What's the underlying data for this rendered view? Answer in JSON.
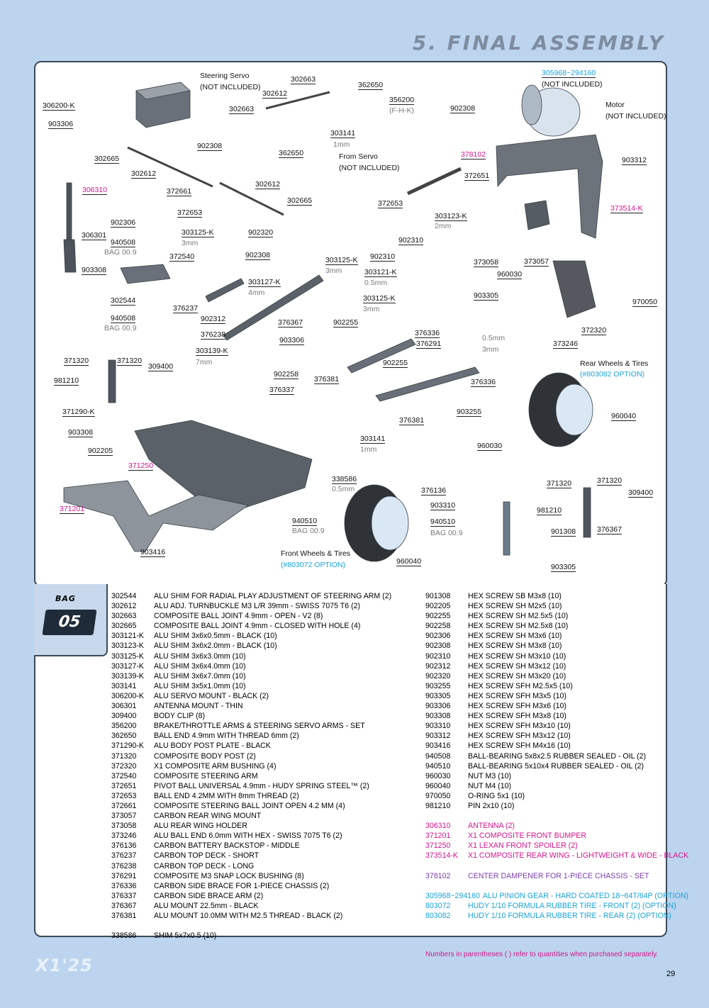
{
  "header": {
    "title": "5. FINAL ASSEMBLY"
  },
  "diagram_labels": [
    {
      "t": "306200-K",
      "c": ""
    },
    {
      "t": "903306",
      "c": ""
    },
    {
      "t": "Steering Servo",
      "c": ""
    },
    {
      "t": "(NOT INCLUDED)",
      "c": ""
    },
    {
      "t": "302663",
      "c": ""
    },
    {
      "t": "302612",
      "c": ""
    },
    {
      "t": "302663",
      "c": ""
    },
    {
      "t": "362650",
      "c": ""
    },
    {
      "t": "356200",
      "c": ""
    },
    {
      "t": "(F-H-K)",
      "c": "gray"
    },
    {
      "t": "305968~294160",
      "c": "cyan"
    },
    {
      "t": "(NOT INCLUDED)",
      "c": ""
    },
    {
      "t": "902308",
      "c": ""
    },
    {
      "t": "Motor",
      "c": ""
    },
    {
      "t": "(NOT INCLUDED)",
      "c": ""
    },
    {
      "t": "303141",
      "c": ""
    },
    {
      "t": "1mm",
      "c": "gray"
    },
    {
      "t": "902308",
      "c": ""
    },
    {
      "t": "362650",
      "c": ""
    },
    {
      "t": "From Servo",
      "c": ""
    },
    {
      "t": "(NOT INCLUDED)",
      "c": ""
    },
    {
      "t": "302665",
      "c": ""
    },
    {
      "t": "302612",
      "c": ""
    },
    {
      "t": "378102",
      "c": "magenta"
    },
    {
      "t": "372651",
      "c": ""
    },
    {
      "t": "903312",
      "c": ""
    },
    {
      "t": "306310",
      "c": "magenta"
    },
    {
      "t": "372661",
      "c": ""
    },
    {
      "t": "302612",
      "c": ""
    },
    {
      "t": "302665",
      "c": ""
    },
    {
      "t": "372653",
      "c": ""
    },
    {
      "t": "373514-K",
      "c": "magenta"
    },
    {
      "t": "902306",
      "c": ""
    },
    {
      "t": "372653",
      "c": ""
    },
    {
      "t": "303123-K",
      "c": ""
    },
    {
      "t": "2mm",
      "c": "gray"
    },
    {
      "t": "306301",
      "c": ""
    },
    {
      "t": "303125-K",
      "c": ""
    },
    {
      "t": "3mm",
      "c": "gray"
    },
    {
      "t": "902320",
      "c": ""
    },
    {
      "t": "940508",
      "c": ""
    },
    {
      "t": "BAG 00.9",
      "c": "gray"
    },
    {
      "t": "902310",
      "c": ""
    },
    {
      "t": "372540",
      "c": ""
    },
    {
      "t": "902308",
      "c": ""
    },
    {
      "t": "303125-K",
      "c": ""
    },
    {
      "t": "3mm",
      "c": "gray"
    },
    {
      "t": "902310",
      "c": ""
    },
    {
      "t": "373058",
      "c": ""
    },
    {
      "t": "373057",
      "c": ""
    },
    {
      "t": "903308",
      "c": ""
    },
    {
      "t": "303121-K",
      "c": ""
    },
    {
      "t": "0.5mm",
      "c": "gray"
    },
    {
      "t": "960030",
      "c": ""
    },
    {
      "t": "303127-K",
      "c": ""
    },
    {
      "t": "4mm",
      "c": "gray"
    },
    {
      "t": "903305",
      "c": ""
    },
    {
      "t": "302544",
      "c": ""
    },
    {
      "t": "303125-K",
      "c": ""
    },
    {
      "t": "3mm",
      "c": "gray"
    },
    {
      "t": "970050",
      "c": ""
    },
    {
      "t": "376237",
      "c": ""
    },
    {
      "t": "940508",
      "c": ""
    },
    {
      "t": "BAG 00.9",
      "c": "gray"
    },
    {
      "t": "902312",
      "c": ""
    },
    {
      "t": "376367",
      "c": ""
    },
    {
      "t": "902255",
      "c": ""
    },
    {
      "t": "372320",
      "c": ""
    },
    {
      "t": "376238",
      "c": ""
    },
    {
      "t": "903306",
      "c": ""
    },
    {
      "t": "376336",
      "c": ""
    },
    {
      "t": "376291",
      "c": ""
    },
    {
      "t": "0.5mm",
      "c": "gray"
    },
    {
      "t": "373246",
      "c": ""
    },
    {
      "t": "303139-K",
      "c": ""
    },
    {
      "t": "7mm",
      "c": "gray"
    },
    {
      "t": "3mm",
      "c": "gray"
    },
    {
      "t": "371320",
      "c": ""
    },
    {
      "t": "371320",
      "c": ""
    },
    {
      "t": "309400",
      "c": ""
    },
    {
      "t": "902255",
      "c": ""
    },
    {
      "t": "Rear Wheels & Tires",
      "c": ""
    },
    {
      "t": "(#803082 OPTION)",
      "c": "cyan"
    },
    {
      "t": "981210",
      "c": ""
    },
    {
      "t": "902258",
      "c": ""
    },
    {
      "t": "376381",
      "c": ""
    },
    {
      "t": "376336",
      "c": ""
    },
    {
      "t": "376337",
      "c": ""
    },
    {
      "t": "371290-K",
      "c": ""
    },
    {
      "t": "903255",
      "c": ""
    },
    {
      "t": "960040",
      "c": ""
    },
    {
      "t": "376381",
      "c": ""
    },
    {
      "t": "903308",
      "c": ""
    },
    {
      "t": "303141",
      "c": ""
    },
    {
      "t": "1mm",
      "c": "gray"
    },
    {
      "t": "902205",
      "c": ""
    },
    {
      "t": "960030",
      "c": ""
    },
    {
      "t": "371250",
      "c": "magenta"
    },
    {
      "t": "338586",
      "c": ""
    },
    {
      "t": "0.5mm",
      "c": "gray"
    },
    {
      "t": "371320",
      "c": ""
    },
    {
      "t": "371320",
      "c": ""
    },
    {
      "t": "309400",
      "c": ""
    },
    {
      "t": "376136",
      "c": ""
    },
    {
      "t": "371201",
      "c": "magenta"
    },
    {
      "t": "903310",
      "c": ""
    },
    {
      "t": "981210",
      "c": ""
    },
    {
      "t": "940510",
      "c": ""
    },
    {
      "t": "BAG 00.9",
      "c": "gray"
    },
    {
      "t": "940510",
      "c": ""
    },
    {
      "t": "BAG 00.9",
      "c": "gray"
    },
    {
      "t": "901308",
      "c": ""
    },
    {
      "t": "376367",
      "c": ""
    },
    {
      "t": "903416",
      "c": ""
    },
    {
      "t": "Front Wheels & Tires",
      "c": ""
    },
    {
      "t": "(#803072 OPTION)",
      "c": "cyan"
    },
    {
      "t": "960040",
      "c": ""
    },
    {
      "t": "903305",
      "c": ""
    }
  ],
  "bag": {
    "word": "BAG",
    "number": "05"
  },
  "parts_left": [
    {
      "pn": "302544",
      "desc": "ALU SHIM FOR RADIAL PLAY ADJUSTMENT OF STEERING ARM (2)",
      "c": ""
    },
    {
      "pn": "302612",
      "desc": "ALU ADJ. TURNBUCKLE M3 L/R 39mm - SWISS 7075 T6 (2)",
      "c": ""
    },
    {
      "pn": "302663",
      "desc": "COMPOSITE BALL JOINT 4.9mm - OPEN - V2 (8)",
      "c": ""
    },
    {
      "pn": "302665",
      "desc": "COMPOSITE BALL JOINT 4.9mm - CLOSED WITH HOLE (4)",
      "c": ""
    },
    {
      "pn": "303121-K",
      "desc": "ALU SHIM 3x6x0.5mm - BLACK (10)",
      "c": ""
    },
    {
      "pn": "303123-K",
      "desc": "ALU SHIM 3x6x2.0mm - BLACK (10)",
      "c": ""
    },
    {
      "pn": "303125-K",
      "desc": "ALU SHIM 3x6x3.0mm (10)",
      "c": ""
    },
    {
      "pn": "303127-K",
      "desc": "ALU SHIM 3x6x4.0mm (10)",
      "c": ""
    },
    {
      "pn": "303139-K",
      "desc": "ALU SHIM 3x6x7.0mm (10)",
      "c": ""
    },
    {
      "pn": "303141",
      "desc": "ALU SHIM 3x5x1.0mm (10)",
      "c": ""
    },
    {
      "pn": "306200-K",
      "desc": "ALU SERVO MOUNT - BLACK (2)",
      "c": ""
    },
    {
      "pn": "306301",
      "desc": "ANTENNA MOUNT - THIN",
      "c": ""
    },
    {
      "pn": "309400",
      "desc": "BODY CLIP (8)",
      "c": ""
    },
    {
      "pn": "356200",
      "desc": "BRAKE/THROTTLE ARMS & STEERING SERVO ARMS - SET",
      "c": ""
    },
    {
      "pn": "362650",
      "desc": "BALL END 4.9mm WITH THREAD 6mm (2)",
      "c": ""
    },
    {
      "pn": "371290-K",
      "desc": "ALU BODY POST PLATE - BLACK",
      "c": ""
    },
    {
      "pn": "371320",
      "desc": "COMPOSITE BODY POST (2)",
      "c": ""
    },
    {
      "pn": "372320",
      "desc": "X1 COMPOSITE ARM BUSHING (4)",
      "c": ""
    },
    {
      "pn": "372540",
      "desc": "COMPOSITE STEERING ARM",
      "c": ""
    },
    {
      "pn": "372651",
      "desc": "PIVOT BALL UNIVERSAL 4.9mm - HUDY SPRING STEEL™ (2)",
      "c": ""
    },
    {
      "pn": "372653",
      "desc": "BALL END 4.2MM WITH 8mm THREAD (2)",
      "c": ""
    },
    {
      "pn": "372661",
      "desc": "COMPOSITE STEERING BALL JOINT OPEN 4.2 MM (4)",
      "c": ""
    },
    {
      "pn": "373057",
      "desc": "CARBON REAR WING MOUNT",
      "c": ""
    },
    {
      "pn": "373058",
      "desc": "ALU REAR WING HOLDER",
      "c": ""
    },
    {
      "pn": "373246",
      "desc": "ALU BALL END 6.0mm WITH HEX - SWISS 7075 T6 (2)",
      "c": ""
    },
    {
      "pn": "376136",
      "desc": "CARBON BATTERY BACKSTOP - MIDDLE",
      "c": ""
    },
    {
      "pn": "376237",
      "desc": "CARBON TOP DECK - SHORT",
      "c": ""
    },
    {
      "pn": "376238",
      "desc": "CARBON TOP DECK - LONG",
      "c": ""
    },
    {
      "pn": "376291",
      "desc": "COMPOSITE M3 SNAP LOCK BUSHING (8)",
      "c": ""
    },
    {
      "pn": "376336",
      "desc": "CARBON SIDE BRACE FOR 1-PIECE CHASSIS (2)",
      "c": ""
    },
    {
      "pn": "376337",
      "desc": "CARBON SIDE BRACE ARM (2)",
      "c": ""
    },
    {
      "pn": "376367",
      "desc": "ALU MOUNT 22.5mm - BLACK",
      "c": ""
    },
    {
      "pn": "376381",
      "desc": "ALU MOUNT 10.0MM WITH M2.5 THREAD - BLACK (2)",
      "c": ""
    },
    {
      "pn": "",
      "desc": "",
      "c": ""
    },
    {
      "pn": "338586",
      "desc": "SHIM 5x7x0.5  (10)",
      "c": ""
    }
  ],
  "parts_right": [
    {
      "pn": "901308",
      "desc": "HEX SCREW SB M3x8  (10)",
      "c": ""
    },
    {
      "pn": "902205",
      "desc": "HEX SCREW SH M2x5  (10)",
      "c": ""
    },
    {
      "pn": "902255",
      "desc": "HEX SCREW SH M2.5x5  (10)",
      "c": ""
    },
    {
      "pn": "902258",
      "desc": "HEX SCREW SH M2.5x8  (10)",
      "c": ""
    },
    {
      "pn": "902306",
      "desc": "HEX SCREW SH M3x6  (10)",
      "c": ""
    },
    {
      "pn": "902308",
      "desc": "HEX SCREW SH M3x8  (10)",
      "c": ""
    },
    {
      "pn": "902310",
      "desc": "HEX SCREW SH M3x10  (10)",
      "c": ""
    },
    {
      "pn": "902312",
      "desc": "HEX SCREW SH M3x12  (10)",
      "c": ""
    },
    {
      "pn": "902320",
      "desc": "HEX SCREW SH M3x20  (10)",
      "c": ""
    },
    {
      "pn": "903255",
      "desc": "HEX SCREW SFH M2.5x5  (10)",
      "c": ""
    },
    {
      "pn": "903305",
      "desc": "HEX SCREW SFH M3x5  (10)",
      "c": ""
    },
    {
      "pn": "903306",
      "desc": "HEX SCREW SFH M3x6  (10)",
      "c": ""
    },
    {
      "pn": "903308",
      "desc": "HEX SCREW SFH M3x8  (10)",
      "c": ""
    },
    {
      "pn": "903310",
      "desc": "HEX SCREW SFH M3x10  (10)",
      "c": ""
    },
    {
      "pn": "903312",
      "desc": "HEX SCREW SFH M3x12  (10)",
      "c": ""
    },
    {
      "pn": "903416",
      "desc": "HEX SCREW SFH M4x16  (10)",
      "c": ""
    },
    {
      "pn": "940508",
      "desc": "BALL-BEARING 5x8x2.5 RUBBER SEALED - OIL (2)",
      "c": ""
    },
    {
      "pn": "940510",
      "desc": "BALL-BEARING 5x10x4 RUBBER SEALED - OIL (2)",
      "c": ""
    },
    {
      "pn": "960030",
      "desc": "NUT M3  (10)",
      "c": ""
    },
    {
      "pn": "960040",
      "desc": "NUT M4  (10)",
      "c": ""
    },
    {
      "pn": "970050",
      "desc": "O-RING 5x1  (10)",
      "c": ""
    },
    {
      "pn": "981210",
      "desc": "PIN 2x10  (10)",
      "c": ""
    },
    {
      "pn": "",
      "desc": "",
      "c": ""
    },
    {
      "pn": "306310",
      "desc": "ANTENNA (2)",
      "c": "magenta"
    },
    {
      "pn": "371201",
      "desc": "X1 COMPOSITE FRONT BUMPER",
      "c": "magenta"
    },
    {
      "pn": "371250",
      "desc": "X1 LEXAN FRONT SPOILER (2)",
      "c": "magenta"
    },
    {
      "pn": "373514-K",
      "desc": "X1 COMPOSITE REAR WING - LIGHTWEIGHT & WIDE - BLACK",
      "c": "magenta"
    },
    {
      "pn": "",
      "desc": "",
      "c": ""
    },
    {
      "pn": "378102",
      "desc": "CENTER DAMPENER FOR 1-PIECE CHASSIS - SET",
      "c": "purple"
    },
    {
      "pn": "",
      "desc": "",
      "c": ""
    },
    {
      "pn": "305968~294160",
      "desc": "ALU PINION GEAR - HARD COATED 18~64T/64P (OPTION)",
      "c": "cyan"
    },
    {
      "pn": "803072",
      "desc": "HUDY 1/10 FORMULA RUBBER TIRE - FRONT (2) (OPTION)",
      "c": "cyan"
    },
    {
      "pn": "803082",
      "desc": "HUDY 1/10 FORMULA RUBBER TIRE - REAR (2) (OPTION)",
      "c": "cyan"
    }
  ],
  "footer": {
    "note": "Numbers in parentheses ( ) refer to quantities when purchased separately.",
    "logo": "X1'25",
    "page": "29"
  }
}
